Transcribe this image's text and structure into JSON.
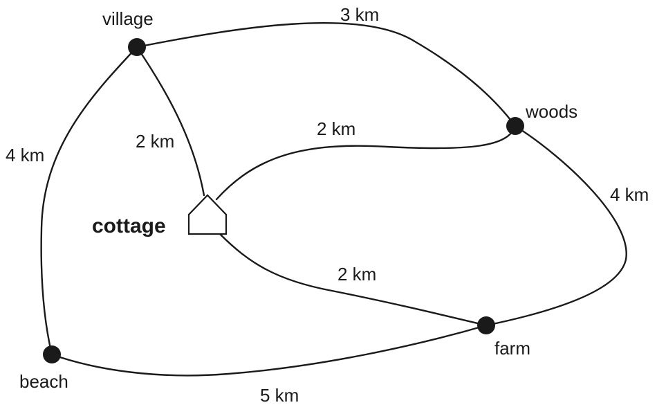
{
  "places": {
    "village": "village",
    "woods": "woods",
    "farm": "farm",
    "beach": "beach",
    "cottage": "cottage"
  },
  "roads": {
    "village_woods": "3 km",
    "village_beach": "4 km",
    "village_cottage": "2 km",
    "cottage_woods": "2 km",
    "woods_farm": "4 km",
    "cottage_farm": "2 km",
    "beach_farm": "5 km"
  }
}
